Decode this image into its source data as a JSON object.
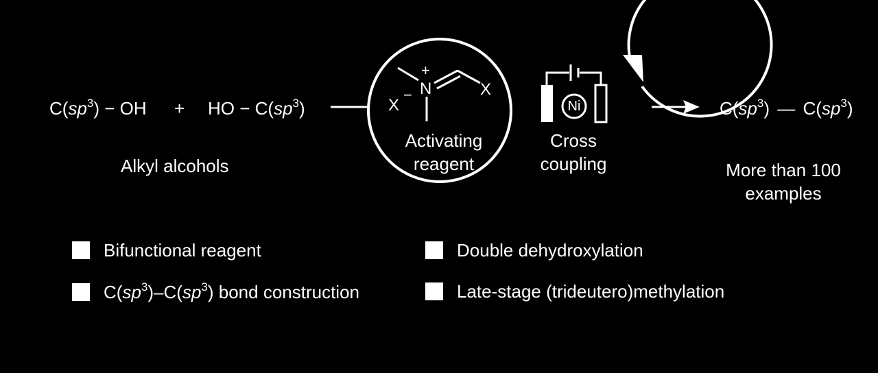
{
  "reaction": {
    "reactant1": {
      "prefix": "C(",
      "italic": "sp",
      "sup": "3",
      "suffix": ") − OH"
    },
    "plus": "+",
    "reactant2": {
      "prefix": "HO − C(",
      "italic": "sp",
      "sup": "3",
      "suffix": ")"
    },
    "reactants_caption": "Alkyl alcohols",
    "product": {
      "a_prefix": "C(",
      "a_italic": "sp",
      "a_sup": "3",
      "a_suffix": ")",
      "bond": "—",
      "b_prefix": "C(",
      "b_italic": "sp",
      "b_sup": "3",
      "b_suffix": ")"
    },
    "product_caption_line1": "More than 100",
    "product_caption_line2": "examples"
  },
  "activating_circle": {
    "label_line1": "Activating",
    "label_line2": "reagent",
    "structure": {
      "x_left": "X",
      "minus": "−",
      "n": "N",
      "plus": "+",
      "x_right": "X"
    }
  },
  "coupling_circle": {
    "label_line1": "Cross",
    "label_line2": "coupling",
    "catalyst": "Ni"
  },
  "bullets": [
    {
      "text": "Bifunctional reagent"
    },
    {
      "prefix": "C(",
      "italic1": "sp",
      "sup1": "3",
      "mid": ")–C(",
      "italic2": "sp",
      "sup2": "3",
      "suffix": ") bond construction"
    },
    {
      "text": "Double dehydroxylation"
    },
    {
      "text": "Late-stage (trideutero)methylation"
    }
  ],
  "colors": {
    "background": "#000000",
    "foreground": "#ffffff"
  }
}
